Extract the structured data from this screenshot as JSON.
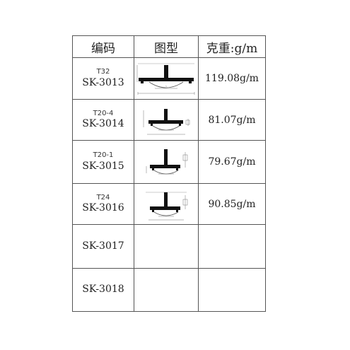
{
  "table": {
    "headers": {
      "code": "编码",
      "diagram": "图型",
      "weight": "克重:g/m"
    },
    "rows": [
      {
        "model": "T32",
        "code": "SK-3013",
        "weight": "119.08g/m",
        "drawing": "t32-profile"
      },
      {
        "model": "T20-4",
        "code": "SK-3014",
        "weight": "81.07g/m",
        "drawing": "t20-4-profile"
      },
      {
        "model": "T20-1",
        "code": "SK-3015",
        "weight": "79.67g/m",
        "drawing": "t20-1-profile"
      },
      {
        "model": "T24",
        "code": "SK-3016",
        "weight": "90.85g/m",
        "drawing": "t24-profile"
      },
      {
        "model": "",
        "code": "SK-3017",
        "weight": "",
        "drawing": ""
      },
      {
        "model": "",
        "code": "SK-3018",
        "weight": "",
        "drawing": ""
      }
    ]
  }
}
